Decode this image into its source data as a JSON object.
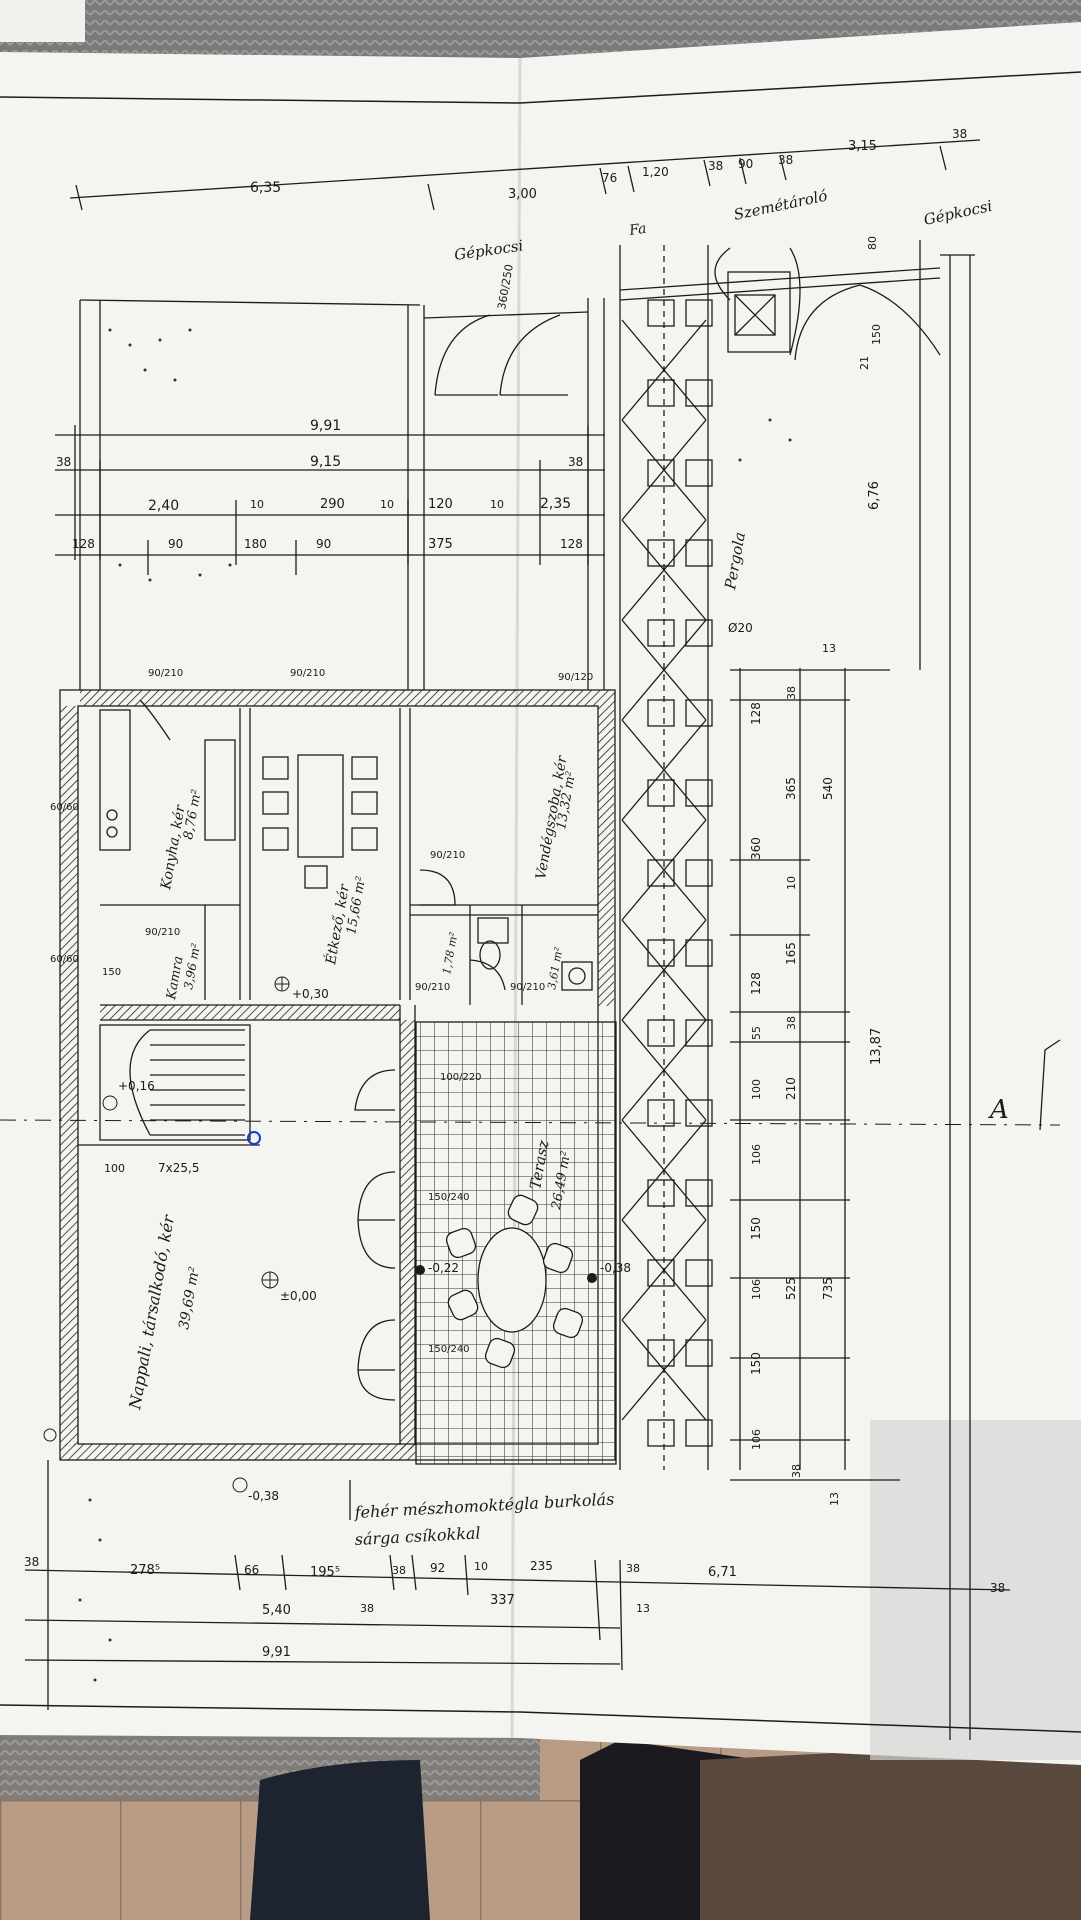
{
  "colors": {
    "paper": "#f4f4f1",
    "ink": "#1c1c1c",
    "table": "#7b7b7b",
    "floor": "#a58a74"
  },
  "labels": {
    "gepkocsi_left": "Gépkocsi",
    "gepkocsi_right": "Gépkocsi",
    "fa": "Fa",
    "szemettarolo": "Szemétároló",
    "pergola": "Pergola",
    "konyha": "Konyha, kér",
    "konyha_area": "8,76 m²",
    "etkezo": "Étkező, kér",
    "etkezo_area": "15,66 m²",
    "vendegszoba": "Vendégszoba, kér",
    "vendegszoba_area": "13,32 m²",
    "kamra": "Kamra",
    "kamra_area": "3,96 m²",
    "nappali": "Nappali, társalkodó, kér",
    "nappali_area": "39,69 m²",
    "terasz": "Terasz",
    "terasz_area": "26,49 m²",
    "wc_area": "1,78 m²",
    "zuhany_area": "3,61 m²",
    "note_line1": "fehér mészhomoktégla burkolás",
    "note_line2": "sárga csíkokkal",
    "level_030": "+0,30",
    "level_000": "±0,00",
    "level_038_bottom": "-0,38",
    "level_038_right": "-0,38",
    "level_022": "-0,22",
    "level_016": "+0,16",
    "axis_a": "A",
    "pergola_post": "Ø20",
    "stairs": "7x25,5"
  },
  "dims": {
    "top_635": "6,35",
    "top_300": "3,00",
    "top_76": "76",
    "top_120": "1,20",
    "top_38a": "38",
    "top_90": "90",
    "top_38b": "38",
    "top_315": "3,15",
    "top_38c": "38",
    "d_991": "9,91",
    "d_915": "9,15",
    "d_38a": "38",
    "d_38b": "38",
    "d_240": "2,40",
    "d_10a": "10",
    "d_290": "290",
    "d_10b": "10",
    "d_120": "120",
    "d_10c": "10",
    "d_235": "2,35",
    "d_128a": "128",
    "d_90a": "90",
    "d_180": "180",
    "d_90b": "90",
    "d_375": "375",
    "d_128b": "128",
    "door_garage": "360/250",
    "v_676": "6,76",
    "v_80": "80",
    "v_150": "150",
    "v_21": "21",
    "v_13": "13",
    "v_38": "38",
    "v_128a": "128",
    "v_365": "365",
    "v_540": "540",
    "v_360": "360",
    "v_10": "10",
    "v_165": "165",
    "v_128b": "128",
    "v_38b": "38",
    "v_55": "55",
    "v_100": "100",
    "v_210": "210",
    "v_106a": "106",
    "v_150a": "150",
    "v_1387": "13,87",
    "v_106b": "106",
    "v_525": "525",
    "v_735": "735",
    "v_150b": "150",
    "v_106c": "106",
    "v_38c": "38",
    "v_13b": "13",
    "b_38a": "38",
    "b_2785": "278⁵",
    "b_66": "66",
    "b_1955": "195⁵",
    "b_38b": "38",
    "b_92": "92",
    "b_10": "10",
    "b_235": "235",
    "b_38c": "38",
    "b_671": "6,71",
    "b_38d": "38",
    "b_540": "5,40",
    "b_38e": "38",
    "b_337": "337",
    "b_13": "13",
    "b_991": "9,91",
    "door_150_240a": "150/240",
    "door_150_240b": "150/240",
    "win_90_210a": "90/210",
    "win_90_210b": "90/210",
    "win_90_120": "90/120",
    "door_90_210a": "90/210",
    "door_90_210b": "90/210",
    "door_90_210c": "90/210",
    "door_90_210d": "90/210",
    "door_100_220": "100/220",
    "left_60a": "60/60",
    "left_60b": "60/60",
    "left_150": "150",
    "left_100": "100"
  }
}
